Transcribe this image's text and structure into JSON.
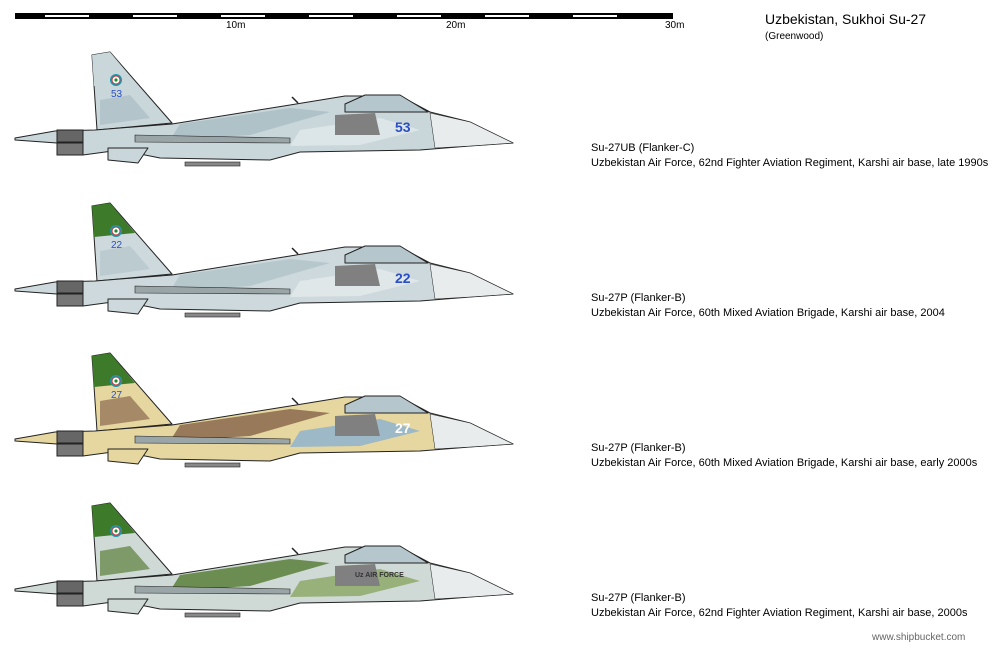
{
  "header": {
    "title": "Uzbekistan, Sukhoi Su-27",
    "author": "(Greenwood)"
  },
  "scale_bar": {
    "labels": [
      "10m",
      "20m",
      "30m"
    ]
  },
  "aircraft": [
    {
      "designation": "Su-27UB (Flanker-C)",
      "description": "Uzbekistan Air Force, 62nd Fighter Aviation Regiment, Karshi air base, late 1990s",
      "tail_number": "53",
      "base": "#c9d6da",
      "camo1": "#a9bec4",
      "camo2": "#dfe7ea",
      "fin_top": "#c9d6da",
      "number_color": "#2a4fc4"
    },
    {
      "designation": "Su-27P (Flanker-B)",
      "description": "Uzbekistan Air Force, 60th Mixed Aviation Brigade, Karshi air base, 2004",
      "tail_number": "22",
      "base": "#cdd9dd",
      "camo1": "#b3c4c9",
      "camo2": "#e2e9eb",
      "fin_top": "#3d7a2a",
      "number_color": "#2a4fc4"
    },
    {
      "designation": "Su-27P (Flanker-B)",
      "description": "Uzbekistan Air Force, 60th Mixed Aviation Brigade, Karshi air base, early 2000s",
      "tail_number": "27",
      "base": "#e6d7a0",
      "camo1": "#8a6a4e",
      "camo2": "#8fb3cc",
      "fin_top": "#3d7a2a",
      "number_color": "#ffffff"
    },
    {
      "designation": "Su-27P (Flanker-B)",
      "description": "Uzbekistan Air Force, 62nd Fighter Aviation Regiment, Karshi air base, 2000s",
      "tail_number": "Uz AIR FORCE",
      "base": "#cfdad6",
      "camo1": "#5b7f3a",
      "camo2": "#8ea86a",
      "fin_top": "#3d7a2a",
      "number_color": "#333333"
    }
  ],
  "footer": {
    "credit": "www.shipbucket.com"
  }
}
